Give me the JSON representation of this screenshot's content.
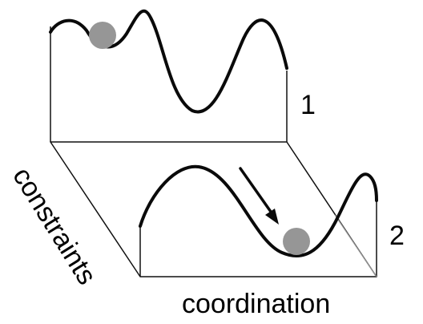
{
  "labels": {
    "axis_bottom": "coordination",
    "axis_left": "constraints",
    "landscape_1": "1",
    "landscape_2": "2"
  },
  "colors": {
    "ball": "#969696",
    "curve": "#0a0a0a"
  }
}
